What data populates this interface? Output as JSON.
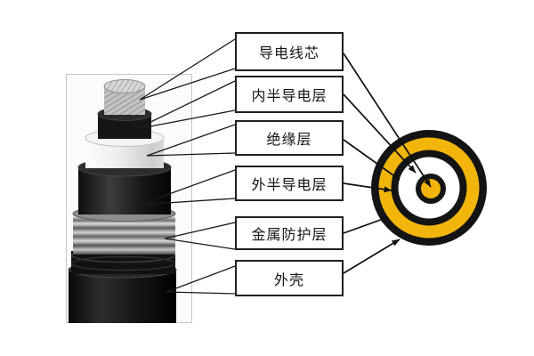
{
  "diagram": {
    "type": "labeled-structure-diagram",
    "subject": "power-cable-cross-section",
    "labels": [
      {
        "id": "conductor-core",
        "label": "导电线芯"
      },
      {
        "id": "inner-semiconductive-layer",
        "label": "内半导电层"
      },
      {
        "id": "insulation-layer",
        "label": "绝缘层"
      },
      {
        "id": "outer-semiconductive-layer",
        "label": "外半导电层"
      },
      {
        "id": "metal-protective-layer",
        "label": "金属防护层"
      },
      {
        "id": "outer-sheath",
        "label": "外壳"
      }
    ],
    "colors": {
      "ring_yellow": "#F2B50C",
      "ring_black": "#141414",
      "leader_line": "#1a1a1a"
    }
  }
}
